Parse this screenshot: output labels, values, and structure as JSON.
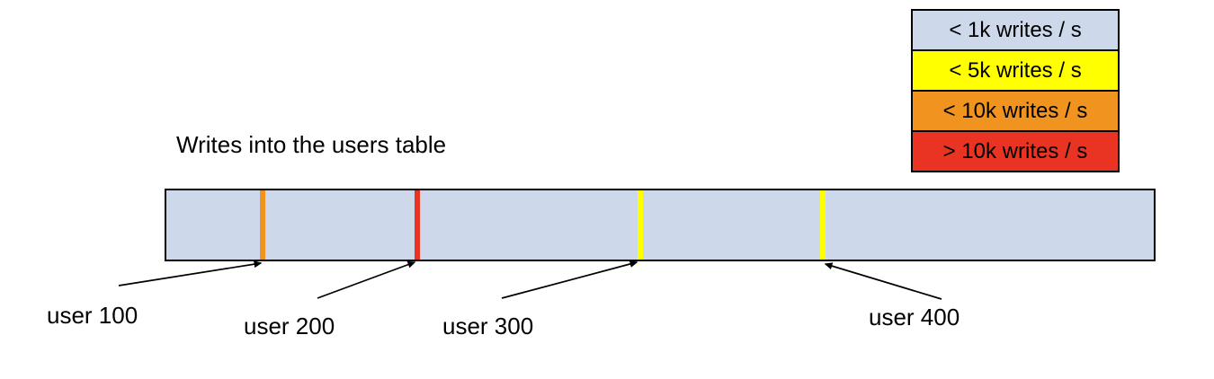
{
  "title": "Writes into the users table",
  "colors": {
    "bar_fill": "#cdd9eb",
    "yellow": "#ffff00",
    "orange": "#f0941f",
    "red": "#e93423",
    "outline": "#000000"
  },
  "legend": {
    "items": [
      {
        "label": "< 1k writes / s",
        "color": "#cdd9eb"
      },
      {
        "label": "< 5k writes / s",
        "color": "#ffff00"
      },
      {
        "label": "< 10k writes / s",
        "color": "#f0941f"
      },
      {
        "label": "> 10k writes / s",
        "color": "#e93423"
      }
    ]
  },
  "bar": {
    "fill": "#cdd9eb",
    "description": "users table keyspace"
  },
  "markers": [
    {
      "user": "user 100",
      "color": "#f0941f",
      "rate": "< 10k writes / s"
    },
    {
      "user": "user 200",
      "color": "#e93423",
      "rate": "> 10k writes / s"
    },
    {
      "user": "user 300",
      "color": "#ffff00",
      "rate": "< 5k writes / s"
    },
    {
      "user": "user 400",
      "color": "#ffff00",
      "rate": "< 5k writes / s"
    }
  ],
  "callouts": [
    {
      "label": "user 100"
    },
    {
      "label": "user 200"
    },
    {
      "label": "user 300"
    },
    {
      "label": "user 400"
    }
  ]
}
